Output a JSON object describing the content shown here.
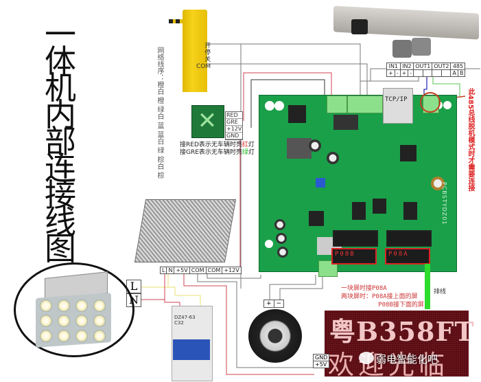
{
  "title": "一体机内部连接线图",
  "title_chars": [
    "一",
    "体",
    "机",
    "内",
    "部",
    "连",
    "接",
    "线",
    "图"
  ],
  "network_sequence": {
    "label": "网络线序：",
    "colors": [
      "橙白",
      "橙",
      "绿白",
      "蓝",
      "蓝白",
      "绿",
      "棕白",
      "棕"
    ],
    "text": "网络线序：橙白 橙 绿白 蓝 蓝白 绿 棕白 棕"
  },
  "barrier_gate": {
    "terminals": [
      "开",
      "停",
      "关",
      "COM"
    ]
  },
  "traffic_light": {
    "terminals": [
      "RED",
      "GRE",
      "+12V",
      "GND"
    ],
    "notes": [
      {
        "prefix": "接RED表示无车辆时亮",
        "color_word": "红",
        "suffix": "灯"
      },
      {
        "prefix": "接GRE表示无车辆时亮",
        "color_word": "绿",
        "suffix": "灯"
      }
    ]
  },
  "camera": {
    "terminal_headers": [
      "IN1",
      "IN2",
      "OUT1",
      "OUT2",
      "485"
    ],
    "terminal_pins": [
      "+",
      "-",
      "+",
      "-",
      "",
      "",
      "",
      "",
      "A",
      "B"
    ]
  },
  "pcb": {
    "tcpip_label": "TCP/IP",
    "board_id": "PCBSTYDZ01",
    "connectors": [
      {
        "label": "P08B"
      },
      {
        "label": "P08A"
      }
    ],
    "rs485_note": "此485总线脱机模式时才需要连接"
  },
  "power_supply": {
    "terminals": [
      "L",
      "N",
      "+5V",
      "COM",
      "COM",
      "+12V"
    ]
  },
  "mains": {
    "terminals": [
      "L",
      "N"
    ]
  },
  "breaker": {
    "model": "DZ47-63",
    "rating": "C32"
  },
  "speaker": {
    "terminals": [
      "+",
      "−"
    ]
  },
  "display": {
    "line1": "粤B358FT",
    "line2": "欢迎光临",
    "terminals": [
      "GND",
      "+5V"
    ],
    "ribbon_label": "排线",
    "notes": [
      "一块屏时接P08A",
      "两块屏时：P08A接上面的屏",
      "          P08B接下面的屏"
    ]
  },
  "watermark": "弱电智能化吧",
  "colors": {
    "pcb_green": "#1aa049",
    "wire_red": "#d04050",
    "wire_gray": "#666666",
    "wire_yellow": "#e8e070",
    "wire_blue": "#3030b0",
    "ribbon_green": "#2ddc2d",
    "note_red": "#d22222"
  }
}
